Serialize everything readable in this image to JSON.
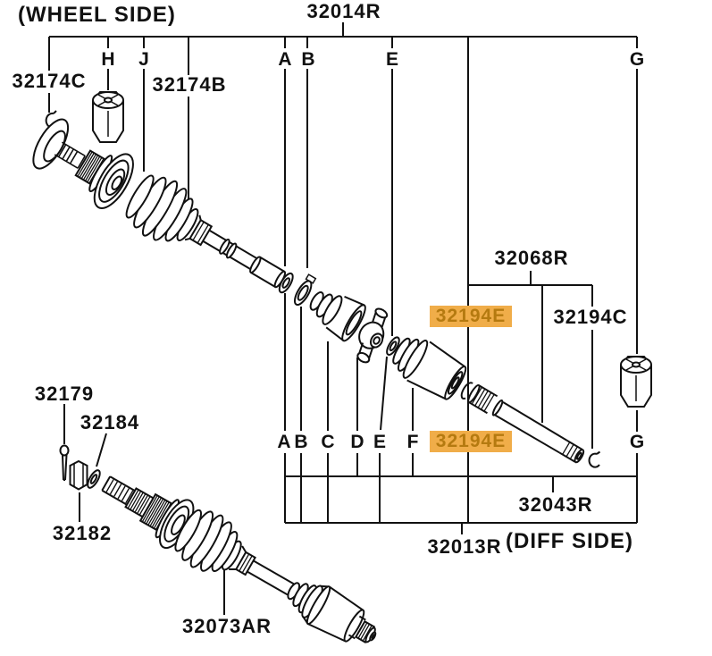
{
  "header": {
    "wheel_side": "(WHEEL SIDE)",
    "assembly": "32014R"
  },
  "footer": {
    "diff_side": "(DIFF SIDE)"
  },
  "parts": {
    "p32174C": "32174C",
    "p32174B": "32174B",
    "p32068R": "32068R",
    "p32194E_upper": "32194E",
    "p32194C": "32194C",
    "p32194E_lower": "32194E",
    "p32043R": "32043R",
    "p32013R": "32013R",
    "p32179": "32179",
    "p32184": "32184",
    "p32182": "32182",
    "p32073AR": "32073AR"
  },
  "callouts_top": [
    {
      "letter": "H"
    },
    {
      "letter": "J"
    },
    {
      "letter": "A"
    },
    {
      "letter": "B"
    },
    {
      "letter": "E"
    },
    {
      "letter": "G"
    }
  ],
  "callouts_bottom": [
    {
      "letter": "A"
    },
    {
      "letter": "B"
    },
    {
      "letter": "C"
    },
    {
      "letter": "D"
    },
    {
      "letter": "E"
    },
    {
      "letter": "F"
    },
    {
      "letter": "G"
    }
  ],
  "colors": {
    "background": "#ffffff",
    "line": "#111111",
    "text": "#111111",
    "highlight_bg": "#F0AD49",
    "highlight_text": "#B57A10"
  }
}
